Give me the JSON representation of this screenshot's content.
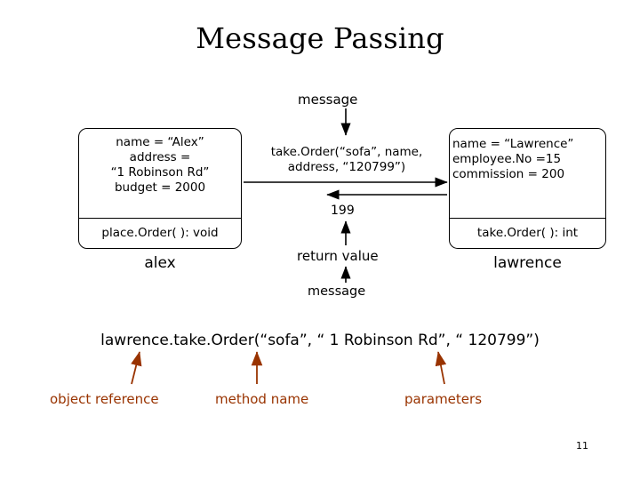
{
  "slide": {
    "title": "Message Passing",
    "page_number": "11"
  },
  "labels": {
    "message_top": "message",
    "message_bottom": "message",
    "return_value": "return value",
    "return_number": "199"
  },
  "objects": [
    {
      "attrs": "name = “Alex”\naddress =\n“1 Robinson Rd”\nbudget = 2000",
      "method": "place.Order( ): void",
      "name": "alex"
    },
    {
      "attrs": "name = “Lawrence”\nemployee.No =15\ncommission = 200",
      "method": "take.Order( ): int",
      "name": "lawrence"
    }
  ],
  "message_call": "take.Order(“sofa”, name,\naddress, “120799”)",
  "bottom": {
    "statement": "lawrence.take.Order(“sofa”, “ 1 Robinson Rd”, “ 120799”)",
    "captions": [
      {
        "text": "object reference",
        "color": "#993300"
      },
      {
        "text": "method name",
        "color": "#993300"
      },
      {
        "text": "parameters",
        "color": "#993300"
      }
    ]
  },
  "colors": {
    "accent_brown": "#993300",
    "line": "#000000",
    "background": "#ffffff"
  }
}
